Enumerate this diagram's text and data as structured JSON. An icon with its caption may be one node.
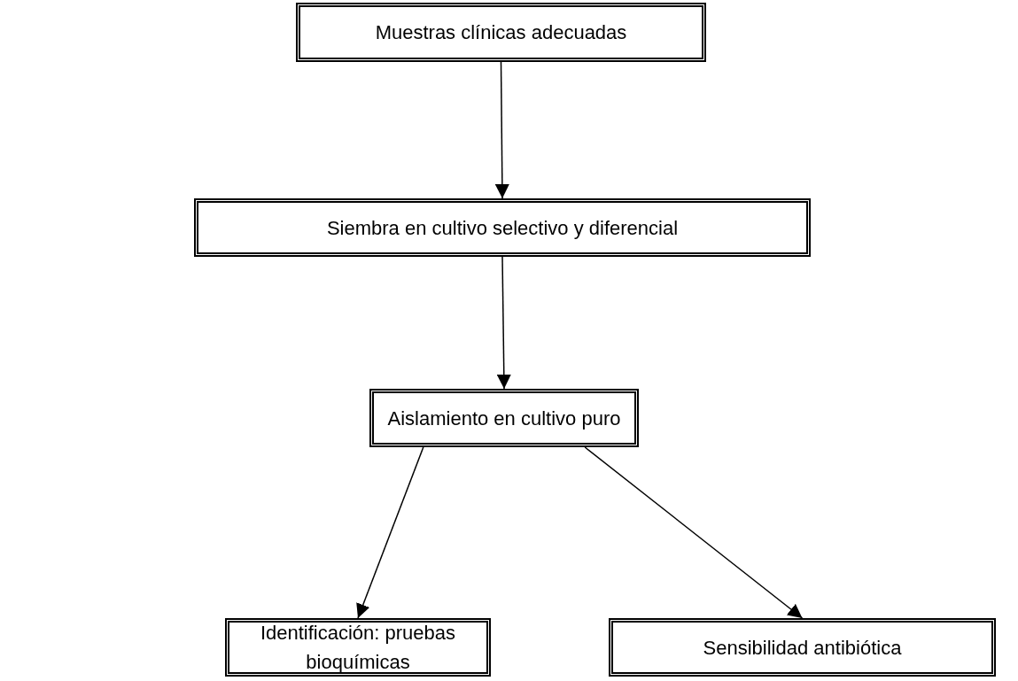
{
  "diagram": {
    "nodes": [
      {
        "text": [
          "Muestras clínicas adecuadas"
        ]
      },
      {
        "text": [
          "Siembra en cultivo selectivo y diferencial"
        ]
      },
      {
        "text": [
          "Aislamiento en cultivo puro"
        ]
      },
      {
        "text": [
          "Identificación: pruebas bioquímicas"
        ]
      },
      {
        "text": [
          "Sensibilidad antibiótica"
        ]
      }
    ],
    "edges": [
      {
        "from": 0,
        "to": 1,
        "arrow": "to"
      },
      {
        "from": 1,
        "to": 2,
        "arrow": "to"
      },
      {
        "from": 2,
        "to": 3,
        "arrow": "to"
      },
      {
        "from": 2,
        "to": 4,
        "arrow": "to"
      }
    ]
  }
}
